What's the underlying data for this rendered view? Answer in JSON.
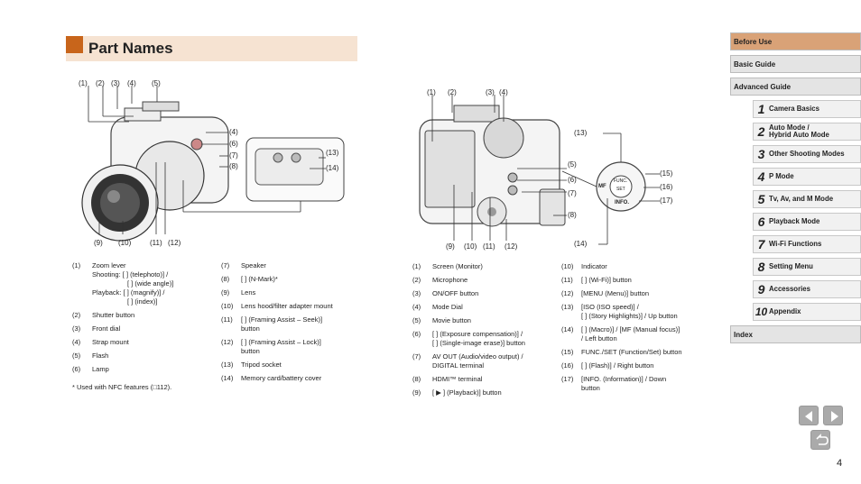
{
  "title": "Part Names",
  "fig1_callouts": {
    "top": [
      "(1)",
      "(2)",
      "(3)",
      "(4)",
      "(5)"
    ],
    "right": [
      "(4)",
      "(6)",
      "(7)",
      "(8)"
    ],
    "inset": [
      "(13)",
      "(14)"
    ],
    "bottom": [
      "(9)",
      "(10)",
      "(11)",
      "(12)"
    ]
  },
  "fig2_callouts": {
    "top": [
      "(1)",
      "(2)",
      "(3)",
      "(4)"
    ],
    "right": [
      "(5)",
      "(6)",
      "(7)",
      "(8)"
    ],
    "top_right": [
      "(13)"
    ],
    "inset_right": [
      "(15)",
      "(16)",
      "(17)"
    ],
    "inset_labels": [
      "FUNC.",
      "SET",
      "INFO.",
      "MF"
    ],
    "bottom": [
      "(9)",
      "(10)",
      "(11)",
      "(12)"
    ],
    "bottom_right": [
      "(14)"
    ]
  },
  "list1": [
    {
      "num": "(1)",
      "lines": [
        "Zoom lever",
        "Shooting: [ ] (telephoto)] /",
        "[ ] (wide angle)]",
        "Playback: [ ] (magnify)] /",
        "[ ] (index)]"
      ]
    },
    {
      "num": "(2)",
      "lines": [
        "Shutter button"
      ]
    },
    {
      "num": "(3)",
      "lines": [
        "Front dial"
      ]
    },
    {
      "num": "(4)",
      "lines": [
        "Strap mount"
      ]
    },
    {
      "num": "(5)",
      "lines": [
        "Flash"
      ]
    },
    {
      "num": "(6)",
      "lines": [
        "Lamp"
      ]
    }
  ],
  "list1_note": "* Used with NFC features (□112).",
  "list2": [
    {
      "num": "(7)",
      "lines": [
        "Speaker"
      ]
    },
    {
      "num": "(8)",
      "lines": [
        "[ ] (N-Mark)*"
      ]
    },
    {
      "num": "(9)",
      "lines": [
        "Lens"
      ]
    },
    {
      "num": "(10)",
      "lines": [
        "Lens hood/filter adapter mount"
      ]
    },
    {
      "num": "(11)",
      "lines": [
        "[ ] (Framing Assist – Seek)]",
        "button"
      ]
    },
    {
      "num": "(12)",
      "lines": [
        "[ ] (Framing Assist – Lock)]",
        "button"
      ]
    },
    {
      "num": "(13)",
      "lines": [
        "Tripod socket"
      ]
    },
    {
      "num": "(14)",
      "lines": [
        "Memory card/battery cover"
      ]
    }
  ],
  "list3": [
    {
      "num": "(1)",
      "lines": [
        "Screen (Monitor)"
      ]
    },
    {
      "num": "(2)",
      "lines": [
        "Microphone"
      ]
    },
    {
      "num": "(3)",
      "lines": [
        "ON/OFF button"
      ]
    },
    {
      "num": "(4)",
      "lines": [
        "Mode Dial"
      ]
    },
    {
      "num": "(5)",
      "lines": [
        "Movie button"
      ]
    },
    {
      "num": "(6)",
      "lines": [
        "[ ] (Exposure compensation)] /",
        "[ ] (Single-image erase)] button"
      ]
    },
    {
      "num": "(7)",
      "lines": [
        "AV OUT (Audio/video output) /",
        "DIGITAL terminal"
      ]
    },
    {
      "num": "(8)",
      "lines": [
        "HDMI™ terminal"
      ]
    },
    {
      "num": "(9)",
      "lines": [
        "[ ▶ ] (Playback)] button"
      ]
    }
  ],
  "list4": [
    {
      "num": "(10)",
      "lines": [
        "Indicator"
      ]
    },
    {
      "num": "(11)",
      "lines": [
        "[ ] (Wi-Fi)] button"
      ]
    },
    {
      "num": "(12)",
      "lines": [
        "[MENU (Menu)] button"
      ]
    },
    {
      "num": "(13)",
      "lines": [
        "[ISO (ISO speed)] /",
        "[ ] (Story Highlights)] / Up button"
      ]
    },
    {
      "num": "(14)",
      "lines": [
        "[ ] (Macro)] / [MF (Manual focus)]",
        "/ Left button"
      ]
    },
    {
      "num": "(15)",
      "lines": [
        "FUNC./SET (Function/Set) button"
      ]
    },
    {
      "num": "(16)",
      "lines": [
        "[ ] (Flash)] / Right button"
      ]
    },
    {
      "num": "(17)",
      "lines": [
        "[INFO. (Information)] / Down",
        "button"
      ]
    }
  ],
  "sidebar": {
    "before_use": "Before Use",
    "basic_guide": "Basic Guide",
    "advanced_guide": "Advanced Guide",
    "chapters": [
      {
        "n": "1",
        "label": "Camera Basics"
      },
      {
        "n": "2",
        "label": "Auto Mode /\nHybrid Auto Mode"
      },
      {
        "n": "3",
        "label": "Other Shooting Modes"
      },
      {
        "n": "4",
        "label": "P Mode"
      },
      {
        "n": "5",
        "label": "Tv, Av, and M Mode"
      },
      {
        "n": "6",
        "label": "Playback Mode"
      },
      {
        "n": "7",
        "label": "Wi-Fi Functions"
      },
      {
        "n": "8",
        "label": "Setting Menu"
      },
      {
        "n": "9",
        "label": "Accessories"
      },
      {
        "n": "10",
        "label": "Appendix"
      }
    ],
    "index": "Index"
  },
  "page_number": "4",
  "colors": {
    "accent": "#c8651b",
    "title_bg": "#f6e3d2",
    "sidebar_active": "#d9a277",
    "sidebar_bg": "#e4e4e4"
  }
}
